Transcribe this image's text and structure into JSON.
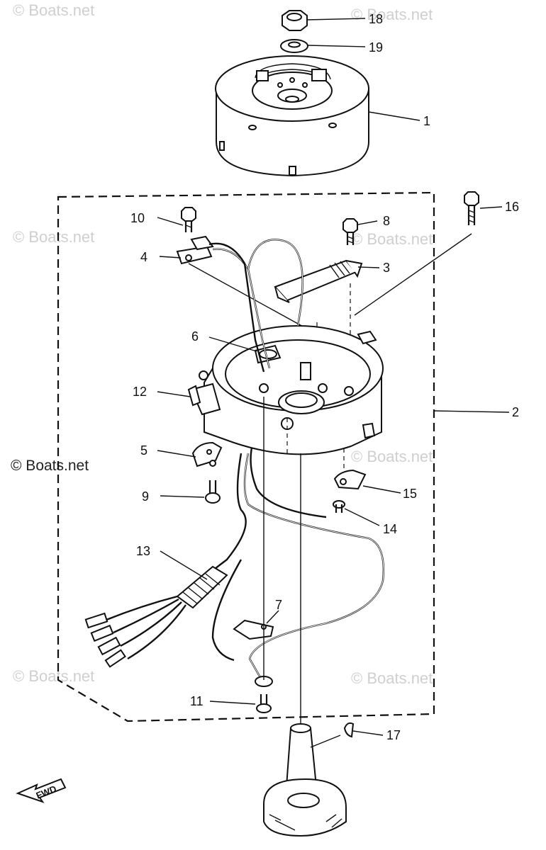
{
  "watermark": "© Boats.net",
  "fwd_label": "FWD",
  "callouts": {
    "c1": "1",
    "c2": "2",
    "c3": "3",
    "c4": "4",
    "c5": "5",
    "c6": "6",
    "c7": "7",
    "c8": "8",
    "c9": "9",
    "c10": "10",
    "c11": "11",
    "c12": "12",
    "c13": "13",
    "c14": "14",
    "c15": "15",
    "c16": "16",
    "c17": "17",
    "c18": "18",
    "c19": "19"
  }
}
